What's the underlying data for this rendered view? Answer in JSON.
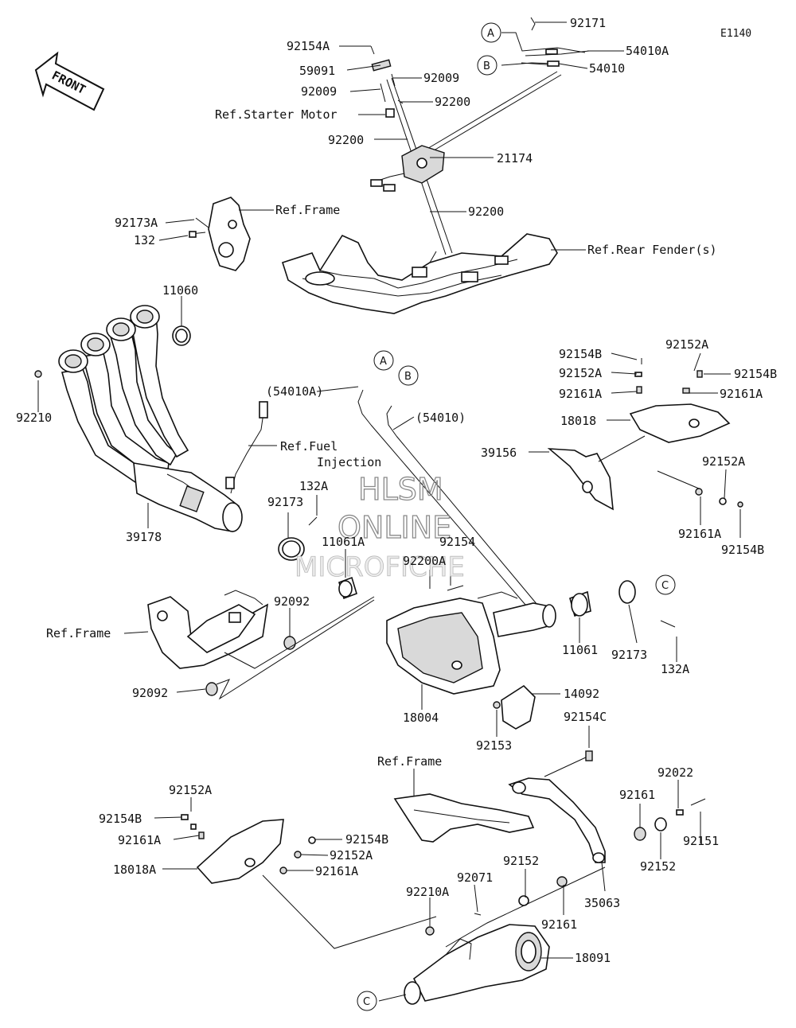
{
  "diagram_code": "E1140",
  "front_label": "FRONT",
  "watermark": {
    "line1": "HLSM",
    "line2": "ONLINE",
    "line3": "MICROFICHE"
  },
  "callouts": {
    "A": "A",
    "B": "B",
    "C": "C"
  },
  "parts": {
    "p92171": "92171",
    "p54010A": "54010A",
    "p54010": "54010",
    "p92154A": "92154A",
    "p59091": "59091",
    "p92009_l": "92009",
    "p92009_r": "92009",
    "p92200_r": "92200",
    "ref_starter": "Ref.Starter Motor",
    "p92200_l": "92200",
    "p21174": "21174",
    "p92200_b": "92200",
    "ref_frame_top": "Ref.Frame",
    "p92173A": "92173A",
    "p132": "132",
    "ref_rear_fender": "Ref.Rear Fender(s)",
    "p11060": "11060",
    "p92210": "92210",
    "p54010A_paren": "(54010A)",
    "p54010_paren": "(54010)",
    "ref_fuel_1": "Ref.Fuel",
    "ref_fuel_2": "Injection",
    "p132A_top": "132A",
    "p92173_l": "92173",
    "p39178": "39178",
    "p11061A": "11061A",
    "p92154": "92154",
    "p92200A": "92200A",
    "p92154B_t": "92154B",
    "p92152A_t1": "92152A",
    "p92152A_t2": "92152A",
    "p92154B_t2": "92154B",
    "p92161A_t1": "92161A",
    "p92161A_t2": "92161A",
    "p18018": "18018",
    "p39156": "39156",
    "p92152A_m": "92152A",
    "p92161A_m": "92161A",
    "p92154B_m": "92154B",
    "ref_frame_mid": "Ref.Frame",
    "p92092_r": "92092",
    "p92092_l": "92092",
    "p11061": "11061",
    "p92173_r": "92173",
    "p132A_r": "132A",
    "p18004": "18004",
    "p14092": "14092",
    "p92153": "92153",
    "p92154C": "92154C",
    "ref_frame_low": "Ref.Frame",
    "p92022": "92022",
    "p92161": "92161",
    "p92151": "92151",
    "p92152_r": "92152",
    "p92152A_b": "92152A",
    "p92154B_b1": "92154B",
    "p92161A_b1": "92161A",
    "p18018A": "18018A",
    "p92154B_b2": "92154B",
    "p92152A_b2": "92152A",
    "p92161A_b2": "92161A",
    "p92152_c": "92152",
    "p35063": "35063",
    "p92071": "92071",
    "p92210A": "92210A",
    "p92161_c": "92161",
    "p18091": "18091"
  }
}
